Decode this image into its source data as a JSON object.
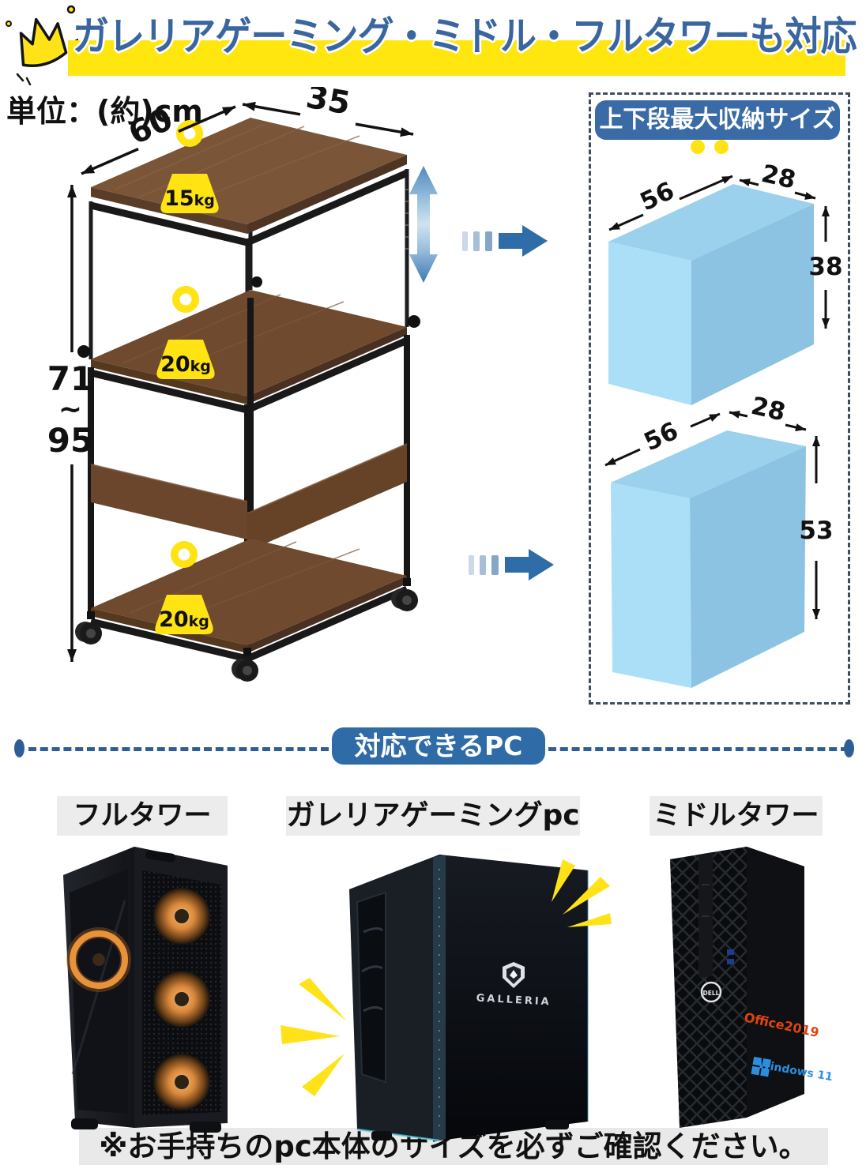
{
  "banner": {
    "title": "ガレリアゲーミング・ミドル・フルタワーも対応"
  },
  "unit_label": "単位：(約)cm",
  "shelf": {
    "width": "60",
    "depth": "35",
    "height_min": "71",
    "height_wave": "~",
    "height_max": "95",
    "loads": {
      "top": {
        "num": "15",
        "unit": "kg"
      },
      "middle": {
        "num": "20",
        "unit": "kg"
      },
      "bottom": {
        "num": "20",
        "unit": "kg"
      }
    }
  },
  "storage": {
    "header": "上下段最大収納サイズ",
    "upper_box": {
      "depth": "56",
      "width": "28",
      "height": "38"
    },
    "lower_box": {
      "depth": "56",
      "width": "28",
      "height": "53"
    }
  },
  "divider": {
    "label": "対応できるPC"
  },
  "pcs": {
    "full_tower": {
      "label": "フルタワー"
    },
    "galleria": {
      "label": "ガレリアゲーミングpc",
      "brand": "GALLERIA"
    },
    "mid_tower": {
      "label": "ミドルタワー",
      "brand": "DELL",
      "sticker1": "Office2019",
      "sticker2": "Windows 11"
    }
  },
  "footer": {
    "note": "※お手持ちのpc本体のサイズを必ずご確認ください。"
  },
  "colors": {
    "accent_blue": "#3a66a0",
    "band_yellow": "#ffe60f",
    "weight_yellow": "#ffe312",
    "box_blue_top": "#9bd1ed",
    "box_blue_front": "#abdff8",
    "box_blue_side": "#8cc3e2",
    "panel_header_blue": "#3a6ba6",
    "arrow_blue": "#2e6da8",
    "divider_blue": "#2d5f96",
    "wood_brown": "#7b5538",
    "frame_black": "#191919"
  }
}
